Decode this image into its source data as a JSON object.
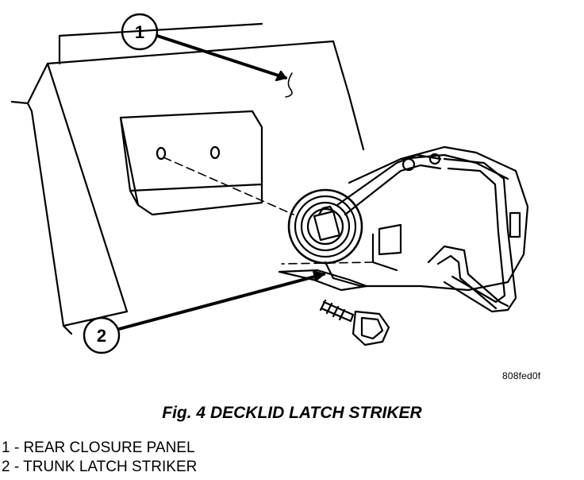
{
  "figure": {
    "code": "808fed0f",
    "caption": "Fig. 4 DECKLID LATCH STRIKER"
  },
  "callouts": [
    {
      "number": "1"
    },
    {
      "number": "2"
    }
  ],
  "legend": [
    {
      "text": "1 - REAR CLOSURE PANEL"
    },
    {
      "text": "2 - TRUNK LATCH STRIKER"
    }
  ]
}
